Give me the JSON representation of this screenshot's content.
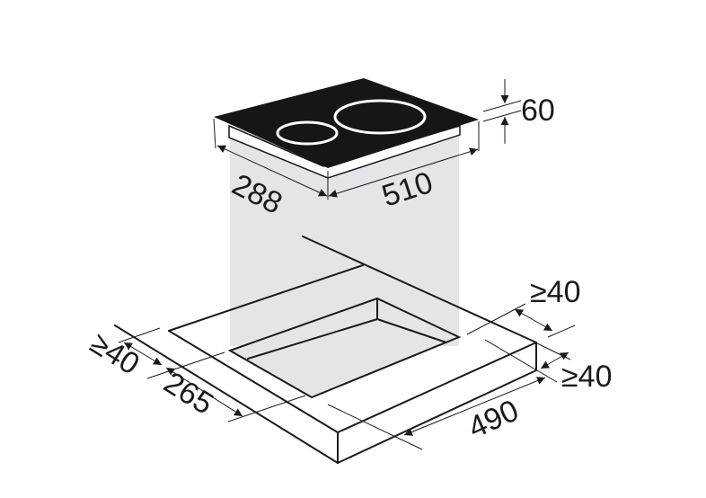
{
  "diagram": {
    "colors": {
      "cooktop": "#161616",
      "cutout_projection": "#e5e5e8",
      "line": "#1a1a1a"
    },
    "dimensions": {
      "cooktop_depth": "288",
      "cooktop_width": "510",
      "cooktop_height": "60",
      "clearance_back": "≥40",
      "clearance_side_right": "≥40",
      "clearance_front": "≥40",
      "cutout_depth": "265",
      "cutout_width": "490"
    }
  }
}
